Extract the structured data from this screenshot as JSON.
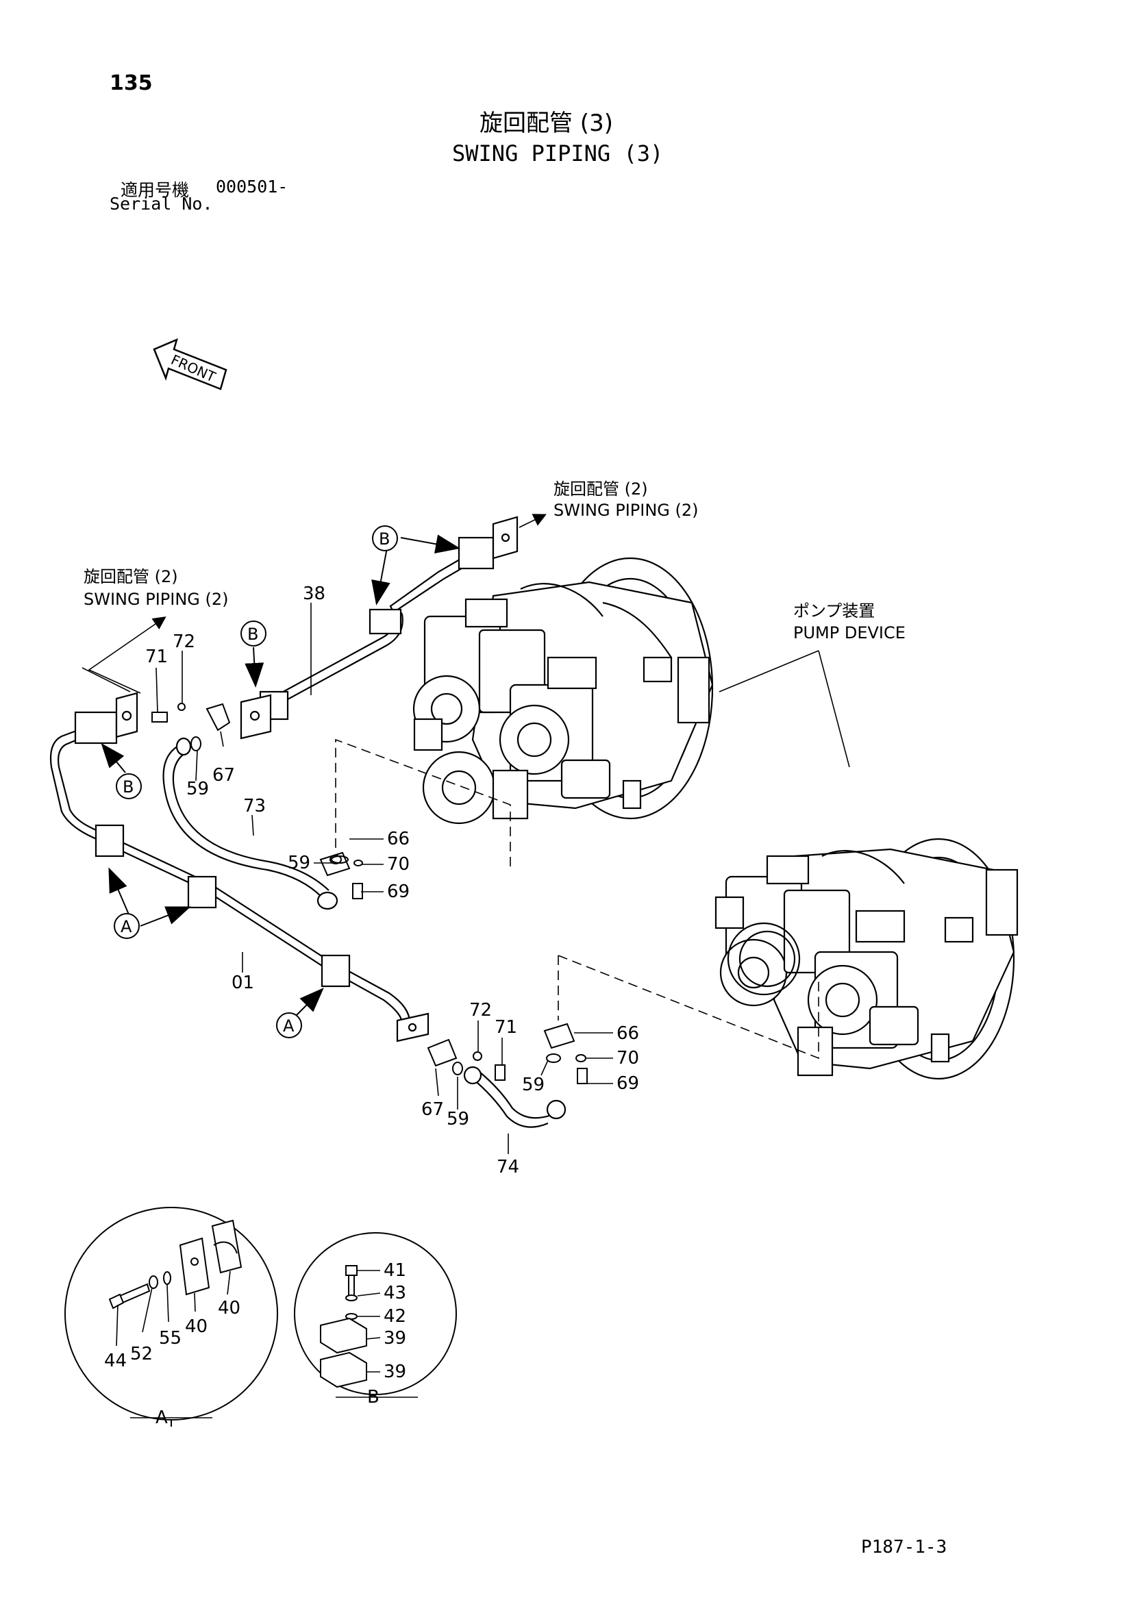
{
  "header": {
    "page_number": "135",
    "title_jp": "旋回配管 (3)",
    "title_en": "SWING PIPING (3)",
    "serial_label_jp": "適用号機",
    "serial_value": "000501-",
    "serial_label_en": "Serial No."
  },
  "front_marker": "FRONT",
  "refs": {
    "swing_piping_2_jp": "旋回配管 (2)",
    "swing_piping_2_en": "SWING PIPING (2)",
    "pump_device_jp": "ポンプ装置",
    "pump_device_en": "PUMP DEVICE"
  },
  "callouts": {
    "A": "A",
    "B": "B"
  },
  "part_numbers": {
    "p01": "01",
    "p38": "38",
    "p39": "39",
    "p40": "40",
    "p41": "41",
    "p42": "42",
    "p43": "43",
    "p44": "44",
    "p52": "52",
    "p55": "55",
    "p59": "59",
    "p66": "66",
    "p67": "67",
    "p69": "69",
    "p70": "70",
    "p71": "71",
    "p72": "72",
    "p73": "73",
    "p74": "74"
  },
  "footer": {
    "drawing_code": "P187-1-3"
  }
}
